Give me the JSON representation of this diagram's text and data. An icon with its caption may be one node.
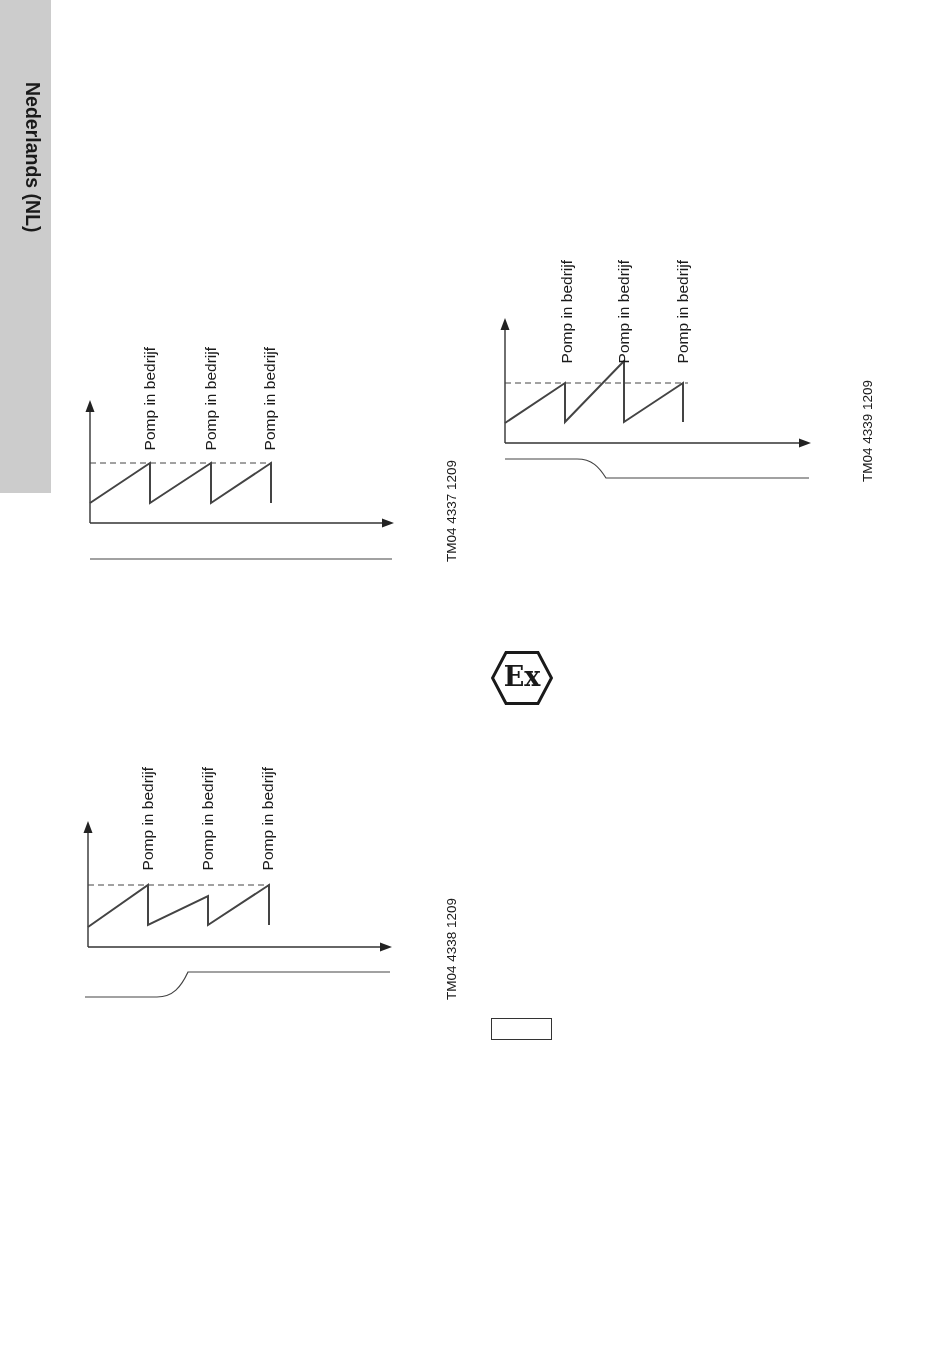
{
  "diagram": {
    "nodes": [
      {
        "text": [
          "Nederlands (NL)"
        ]
      },
      {
        "text": [
          "Ex"
        ]
      },
      {
        "text": [],
        "shape": "box"
      }
    ],
    "labels": [
      "Pomp in bedrijf",
      "Pomp in bedrijf",
      "Pomp in bedrijf",
      "TM04 4337 1209",
      "Pomp in bedrijf",
      "Pomp in bedrijf",
      "Pomp in bedrijf",
      "TM04 4338 1209",
      "Pomp in bedrijf",
      "Pomp in bedrijf",
      "Pomp in bedrijf",
      "TM04 4339 1209"
    ]
  }
}
